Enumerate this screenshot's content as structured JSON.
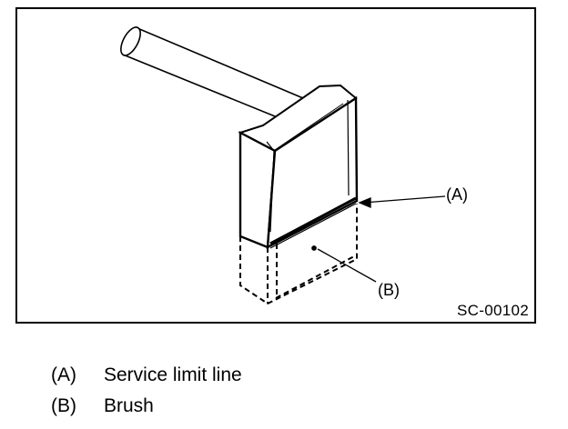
{
  "figure": {
    "code": "SC-00102",
    "callouts": [
      {
        "key": "A",
        "label": "(A)"
      },
      {
        "key": "B",
        "label": "(B)"
      }
    ]
  },
  "legend": [
    {
      "key": "(A)",
      "text": "Service limit line"
    },
    {
      "key": "(B)",
      "text": "Brush"
    }
  ]
}
